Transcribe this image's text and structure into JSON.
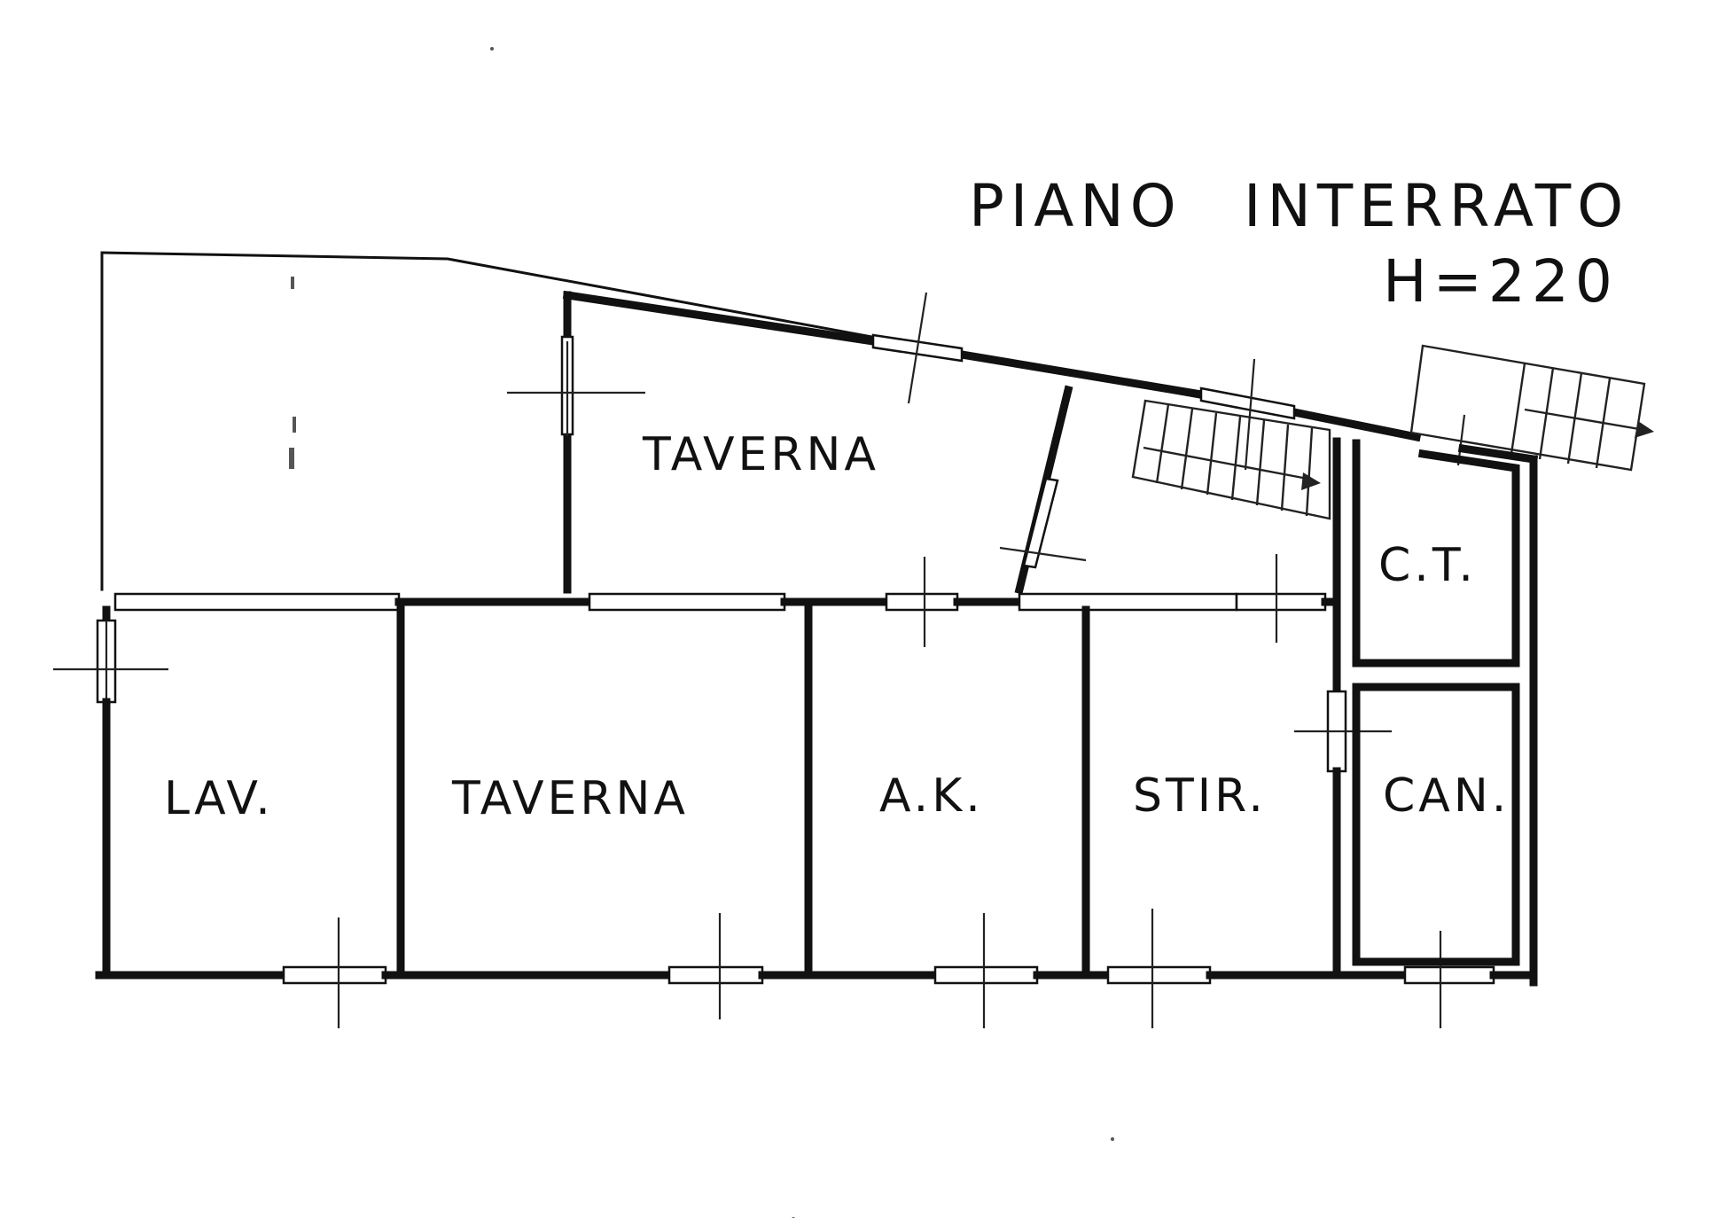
{
  "plan": {
    "title_line1": "PIANO",
    "title_line2": "INTERRATO",
    "height_label": "H=220"
  },
  "rooms": {
    "taverna_upper": "TAVERNA",
    "ct": "C.T.",
    "lav": "LAV.",
    "taverna_lower": "TAVERNA",
    "ak": "A.K.",
    "stir": "STIR.",
    "can": "CAN."
  }
}
